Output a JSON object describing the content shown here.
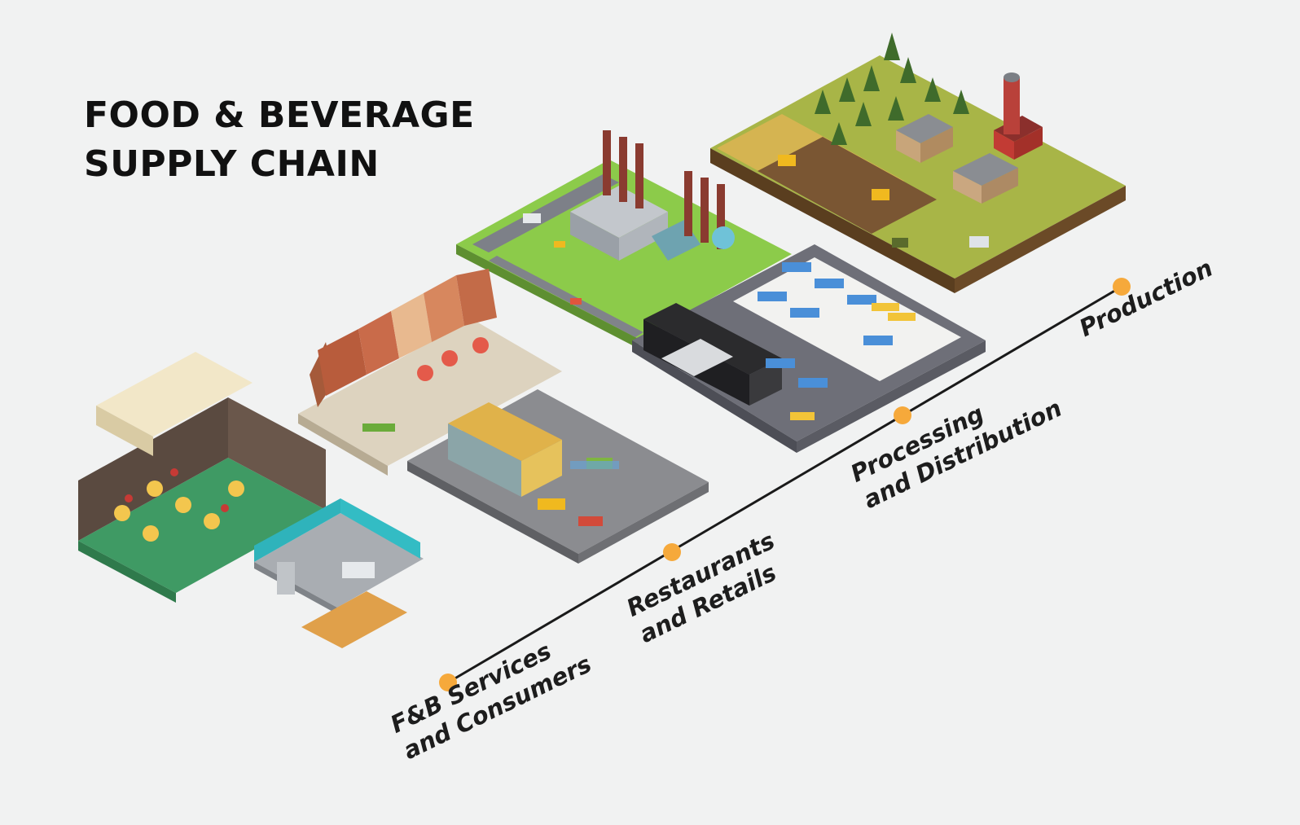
{
  "title": {
    "line1": "FOOD & BEVERAGE",
    "line2": "SUPPLY CHAIN"
  },
  "stages": [
    {
      "line1": "F&B Services",
      "line2": "and Consumers"
    },
    {
      "line1": "Restaurants",
      "line2": "and Retails"
    },
    {
      "line1": "Processing",
      "line2": "and Distribution"
    },
    {
      "line1": "Production",
      "line2": ""
    }
  ],
  "colors": {
    "background": "#f1f2f2",
    "timeline": "#1a1a1a",
    "dot": "#f6a93b",
    "text": "#111111"
  }
}
